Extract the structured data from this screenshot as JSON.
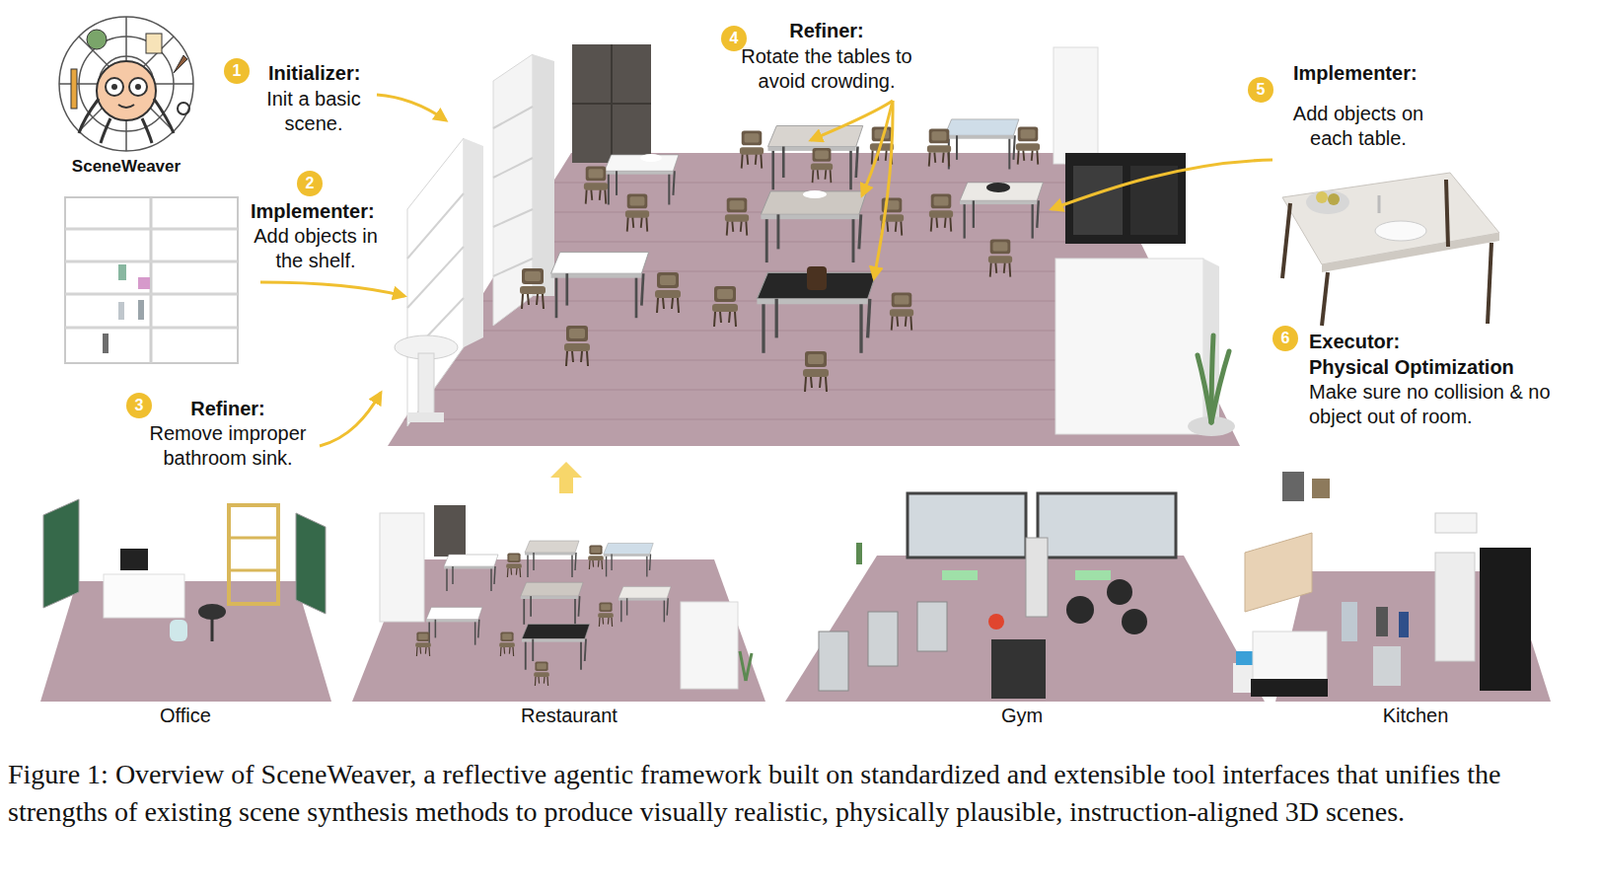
{
  "diagram": {
    "caption": "Figure 1: Overview of SceneWeaver, a reflective agentic framework built on standardized and extensible tool interfaces that unifies the strengths of existing scene synthesis methods to produce visually realistic, physically plausible, instruction-aligned 3D scenes.",
    "nodes": [
      {
        "text": [
          "1"
        ]
      },
      {
        "text": [
          "2"
        ]
      },
      {
        "text": [
          "3"
        ]
      },
      {
        "text": [
          "4"
        ]
      },
      {
        "text": [
          "5"
        ]
      },
      {
        "text": [
          "6"
        ]
      }
    ],
    "labels": [
      "SceneWeaver",
      "Initializer:",
      "Init a basic scene.",
      "Implementer:",
      "Add objects in the shelf.",
      "Refiner:",
      "Remove improper bathroom sink.",
      "Refiner:",
      "Rotate the tables to avoid crowding.",
      "Implementer:",
      "Add objects on each table.",
      "Executor:",
      "Physical Optimization",
      "Make sure no collision & no object out of room.",
      "Office",
      "Restaurant",
      "Gym",
      "Kitchen"
    ]
  }
}
